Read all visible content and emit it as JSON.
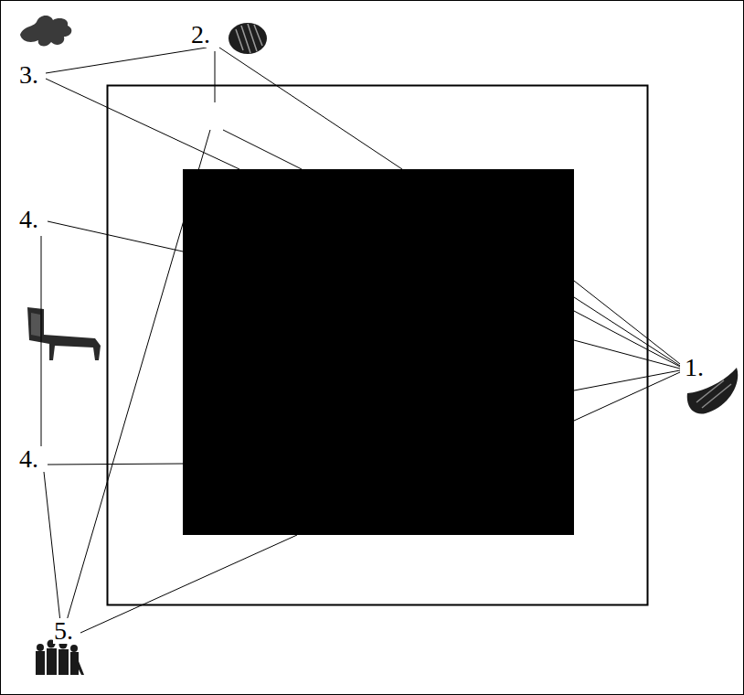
{
  "diagram": {
    "labels": [
      "2.",
      "3.",
      "4.",
      "1.",
      "4.",
      "5."
    ]
  }
}
